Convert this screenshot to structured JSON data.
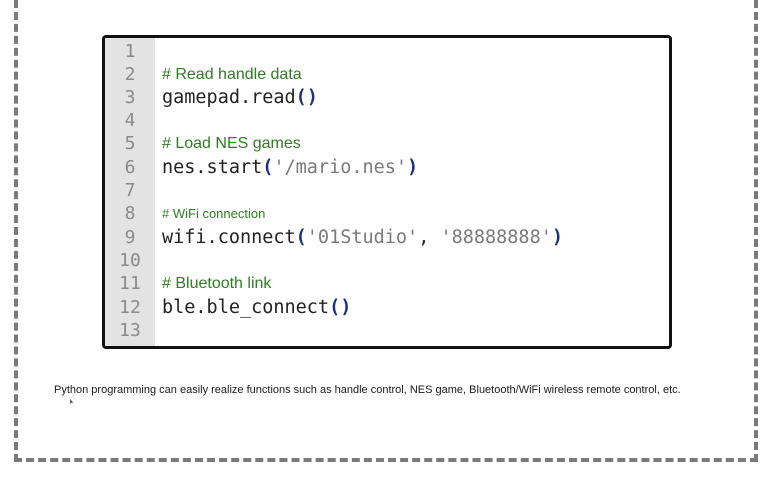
{
  "editor": {
    "lines": [
      {
        "no": "1",
        "type": "blank",
        "text": ""
      },
      {
        "no": "2",
        "type": "comment",
        "text": "# Read handle data"
      },
      {
        "no": "3",
        "type": "code",
        "obj": "gamepad.read",
        "open": "(",
        "arg1": "",
        "sep": "",
        "arg2": "",
        "close": ")"
      },
      {
        "no": "4",
        "type": "blank",
        "text": ""
      },
      {
        "no": "5",
        "type": "comment",
        "text": "# Load NES games"
      },
      {
        "no": "6",
        "type": "code",
        "obj": "nes.start",
        "open": "(",
        "arg1": "'/mario.nes'",
        "sep": "",
        "arg2": "",
        "close": ")"
      },
      {
        "no": "7",
        "type": "blank",
        "text": ""
      },
      {
        "no": "8",
        "type": "comment-small",
        "text": "# WiFi connection"
      },
      {
        "no": "9",
        "type": "code",
        "obj": "wifi.connect",
        "open": "(",
        "arg1": "'01Studio'",
        "sep": ", ",
        "arg2": "'88888888'",
        "close": ")"
      },
      {
        "no": "10",
        "type": "blank",
        "text": ""
      },
      {
        "no": "11",
        "type": "comment",
        "text": "# Bluetooth link"
      },
      {
        "no": "12",
        "type": "code",
        "obj": "ble.ble_connect",
        "open": "(",
        "arg1": "",
        "sep": "",
        "arg2": "",
        "close": ")"
      },
      {
        "no": "13",
        "type": "blank",
        "text": ""
      }
    ]
  },
  "caption": "Python programming can easily realize functions such as handle control, NES game, Bluetooth/WiFi wireless remote control, etc.",
  "colors": {
    "comment": "#2e7d22",
    "paren": "#1c2f86",
    "string": "#7a7a7a",
    "frame": "#7a7a7a",
    "gutter": "#e3e3e3"
  }
}
